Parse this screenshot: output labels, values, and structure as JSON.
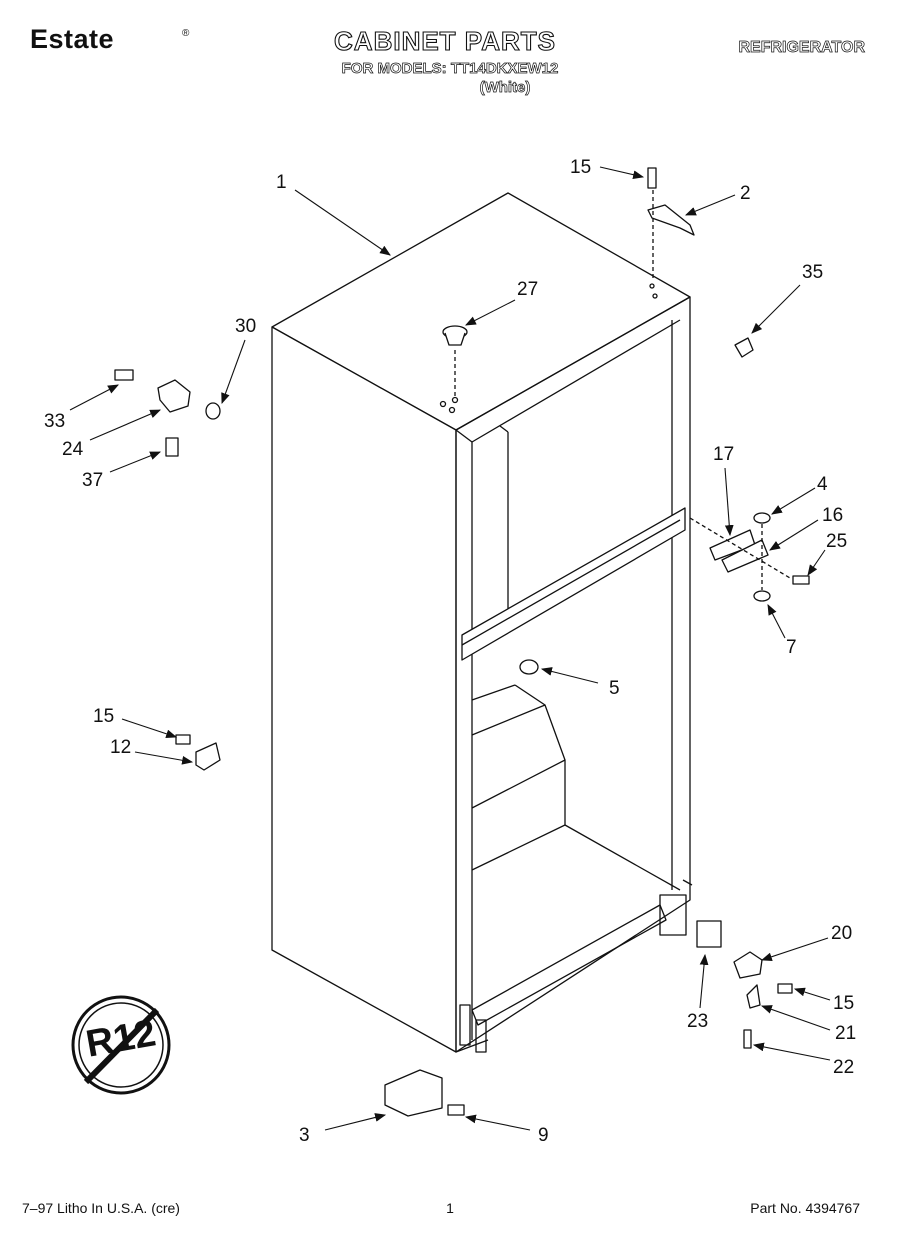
{
  "header": {
    "brand": "Estate",
    "brand_mark": "®",
    "title": "CABINET PARTS",
    "models_line": "FOR MODELS: TT14DKXEW12",
    "color_line": "(White)",
    "product": "REFRIGERATOR"
  },
  "callouts": {
    "c1": "1",
    "c2": "2",
    "c3": "3",
    "c4": "4",
    "c5": "5",
    "c7": "7",
    "c9": "9",
    "c12": "12",
    "c15a": "15",
    "c15b": "15",
    "c15c": "15",
    "c16": "16",
    "c17": "17",
    "c20": "20",
    "c21": "21",
    "c22": "22",
    "c23": "23",
    "c24": "24",
    "c25": "25",
    "c27": "27",
    "c30": "30",
    "c33": "33",
    "c35": "35",
    "c37": "37"
  },
  "badge": {
    "text": "R12"
  },
  "footer": {
    "print_info": "7–97 Litho In U.S.A. (cre)",
    "page_number": "1",
    "part_number": "Part No. 4394767"
  }
}
